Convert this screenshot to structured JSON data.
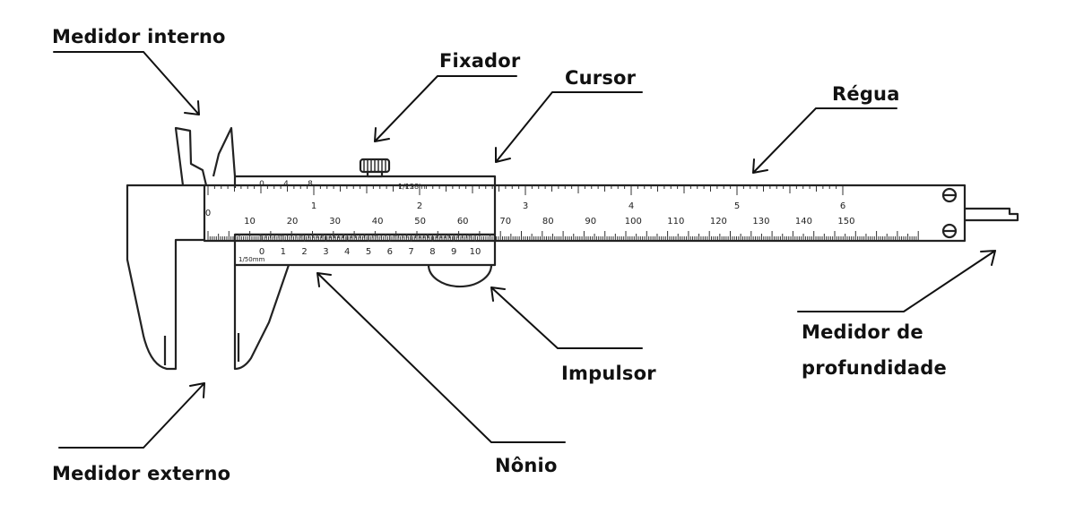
{
  "labels": {
    "medidor_interno": "Medidor interno",
    "fixador": "Fixador",
    "cursor": "Cursor",
    "regua": "Régua",
    "medidor_externo": "Medidor externo",
    "nonio": "Nônio",
    "impulsor": "Impulsor",
    "medidor_profundidade_1": "Medidor de",
    "medidor_profundidade_2": "profundidade"
  },
  "scales": {
    "top_vernier_label": "1/128in",
    "bottom_vernier_label": "1/50mm",
    "top_vernier_numbers": [
      "0",
      "4",
      "8"
    ],
    "inch_numbers": [
      "0",
      "1",
      "2",
      "3",
      "4",
      "5",
      "6"
    ],
    "mm_numbers": [
      "10",
      "20",
      "30",
      "40",
      "50",
      "60",
      "70",
      "80",
      "90",
      "100",
      "110",
      "120",
      "130",
      "140",
      "150"
    ],
    "vernier_numbers": [
      "0",
      "1",
      "2",
      "3",
      "4",
      "5",
      "6",
      "7",
      "8",
      "9",
      "10"
    ]
  }
}
